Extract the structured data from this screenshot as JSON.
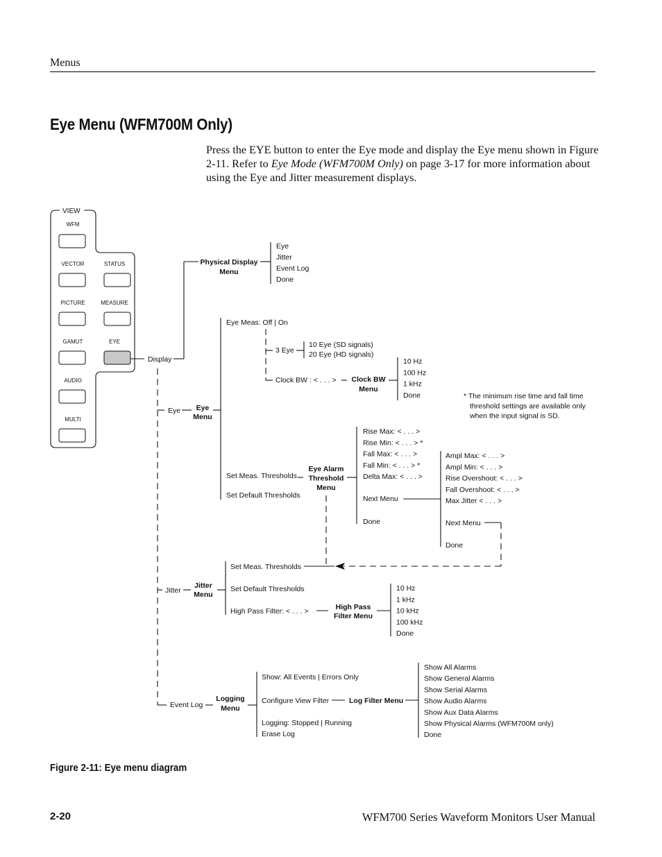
{
  "header": {
    "section": "Menus"
  },
  "title": "Eye Menu (WFM700M Only)",
  "intro": {
    "before_italic": "Press the EYE button to enter the Eye mode and display the Eye menu shown in Figure 2‑11. Refer to ",
    "italic": "Eye Mode (WFM700M Only)",
    "after_italic": " on page 3‑17 for more information about using the Eye and Jitter measurement displays."
  },
  "panel": {
    "group_label": "VIEW",
    "buttons": [
      {
        "label": "WFM",
        "active": false
      },
      {
        "label": "VECTOR",
        "active": false
      },
      {
        "label": "STATUS",
        "active": false
      },
      {
        "label": "PICTURE",
        "active": false
      },
      {
        "label": "MEASURE",
        "active": false
      },
      {
        "label": "GAMUT",
        "active": false
      },
      {
        "label": "EYE",
        "active": true
      },
      {
        "label": "AUDIO",
        "active": false
      },
      {
        "label": "MULTI",
        "active": false
      }
    ],
    "active_fill": "#c8c8c8"
  },
  "diagram": {
    "display_label": "Display",
    "physical_display_menu": {
      "title_line1": "Physical Display",
      "title_line2": "Menu",
      "items": [
        "Eye",
        "Jitter",
        "Event Log",
        "Done"
      ]
    },
    "eye": {
      "branch_label": "Eye",
      "menu_line1": "Eye",
      "menu_line2": "Menu",
      "eye_meas": "Eye Meas: Off | On",
      "three_eye": "3 Eye",
      "eye_options": [
        "10 Eye (SD signals)",
        "20 Eye (HD signals)"
      ],
      "clock_bw": "Clock BW :  < . . . >",
      "clock_bw_menu_line1": "Clock BW",
      "clock_bw_menu_line2": "Menu",
      "clock_bw_items": [
        "10 Hz",
        "100 Hz",
        "1 kHz",
        "Done"
      ],
      "set_meas_thresholds": "Set Meas. Thresholds",
      "set_default_thresholds": "Set Default Thresholds"
    },
    "footnote": [
      "*  The minimum rise time and fall time",
      "threshold settings are available only",
      "when the input signal is SD."
    ],
    "eye_alarm_menu": {
      "title": [
        "Eye Alarm",
        "Threshold",
        "Menu"
      ],
      "items": [
        "Rise Max: < . . . >",
        "Rise Min: < . . . > *",
        "Fall Max: < . . . >",
        "Fall Min: < . . . > *",
        "Delta Max: < . . . >"
      ],
      "next": "Next Menu",
      "done": "Done"
    },
    "eye_alarm_menu_2": {
      "items": [
        "Ampl Max: < . . . >",
        "Ampl Min: < . . . >",
        "Rise Overshoot: < . . . >",
        "Fall Overshoot: < . . . >",
        "Max Jitter < . . . >"
      ],
      "next": "Next Menu",
      "done": "Done"
    },
    "jitter": {
      "branch_label": "Jitter",
      "menu_line1": "Jitter",
      "menu_line2": "Menu",
      "set_meas_thresholds": "Set Meas. Thresholds",
      "set_default_thresholds": "Set Default Thresholds",
      "high_pass_filter": "High Pass Filter:  < . . . >",
      "hpf_menu_line1": "High Pass",
      "hpf_menu_line2": "Filter Menu",
      "hpf_items": [
        "10 Hz",
        "1 kHz",
        "10 kHz",
        "100 kHz",
        "Done"
      ]
    },
    "event_log": {
      "branch_label": "Event Log",
      "menu_line1": "Logging",
      "menu_line2": "Menu",
      "show": "Show: All Events | Errors Only",
      "configure": "Configure View Filter",
      "logging": "Logging: Stopped | Running",
      "erase": "Erase Log",
      "log_filter_menu": "Log Filter Menu",
      "filter_items": [
        "Show All Alarms",
        "Show General Alarms",
        "Show Serial Alarms",
        "Show Audio Alarms",
        "Show Aux Data Alarms",
        "Show Physical Alarms (WFM700M only)",
        "Done"
      ]
    }
  },
  "caption": "Figure 2‑11: Eye menu diagram",
  "footer": {
    "page_number": "2‑20",
    "manual_title": "WFM700 Series Waveform Monitors User Manual"
  }
}
